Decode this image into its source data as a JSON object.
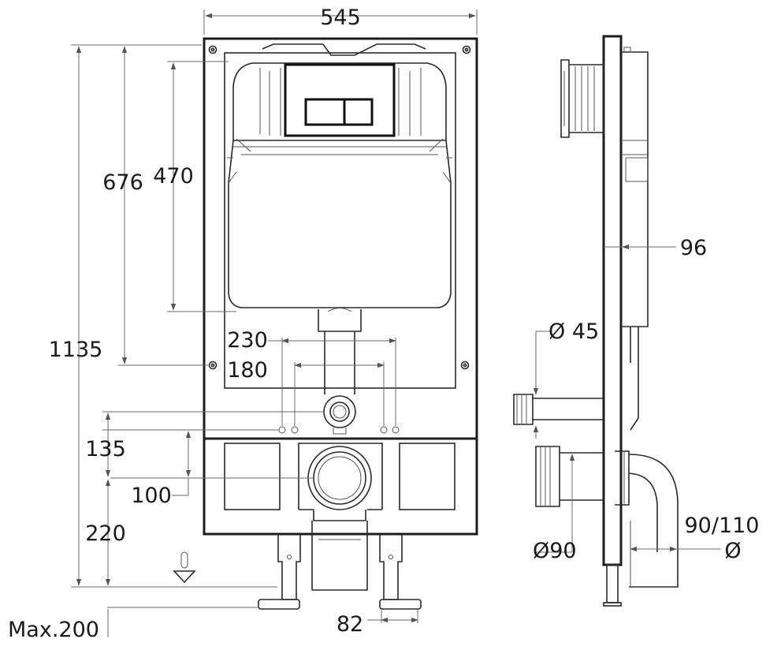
{
  "diagram": {
    "labels": {
      "width_total": "545",
      "height_total": "1135",
      "height_676": "676",
      "height_470": "470",
      "spacing_230": "230",
      "spacing_180": "180",
      "offset_135": "135",
      "offset_100": "100",
      "offset_220": "220",
      "max_200": "Max.200",
      "foot_82": "82",
      "depth_96": "96",
      "dia_45": "Ø 45",
      "dia_90": "Ø90",
      "dia_90_110": "90/110",
      "dia_symbol": "Ø"
    }
  }
}
